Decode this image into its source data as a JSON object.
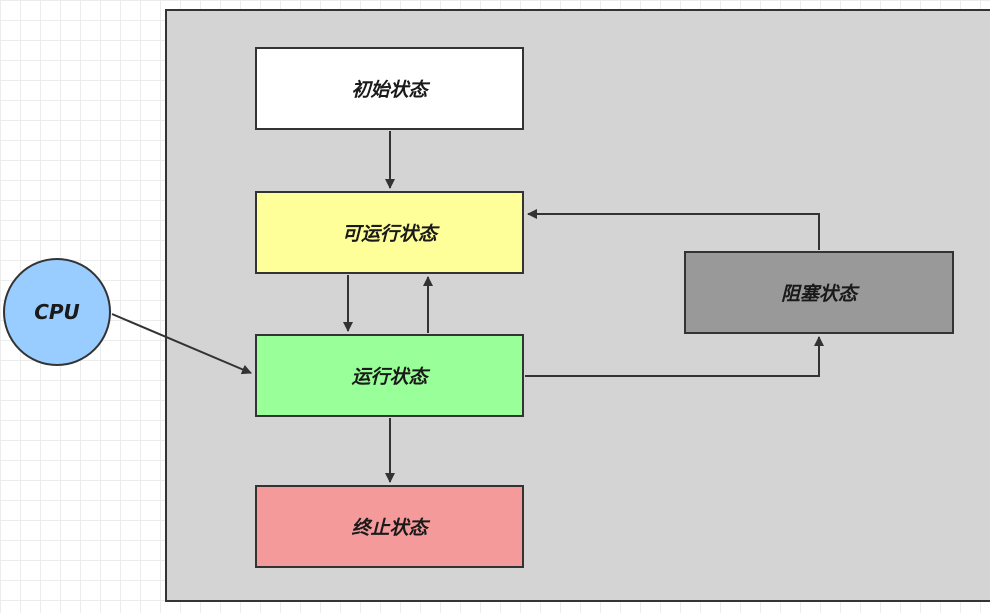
{
  "states": {
    "initial": {
      "label": "初始状态",
      "color": "#ffffff"
    },
    "runnable": {
      "label": "可运行状态",
      "color": "#ffff99"
    },
    "running": {
      "label": "运行状态",
      "color": "#99ff99"
    },
    "blocked": {
      "label": "阻塞状态",
      "color": "#999999"
    },
    "terminated": {
      "label": "终止状态",
      "color": "#f49a9a"
    }
  },
  "cpu": {
    "label": "CPU",
    "color": "#99ccff"
  },
  "container": {
    "color": "#d4d4d4"
  }
}
